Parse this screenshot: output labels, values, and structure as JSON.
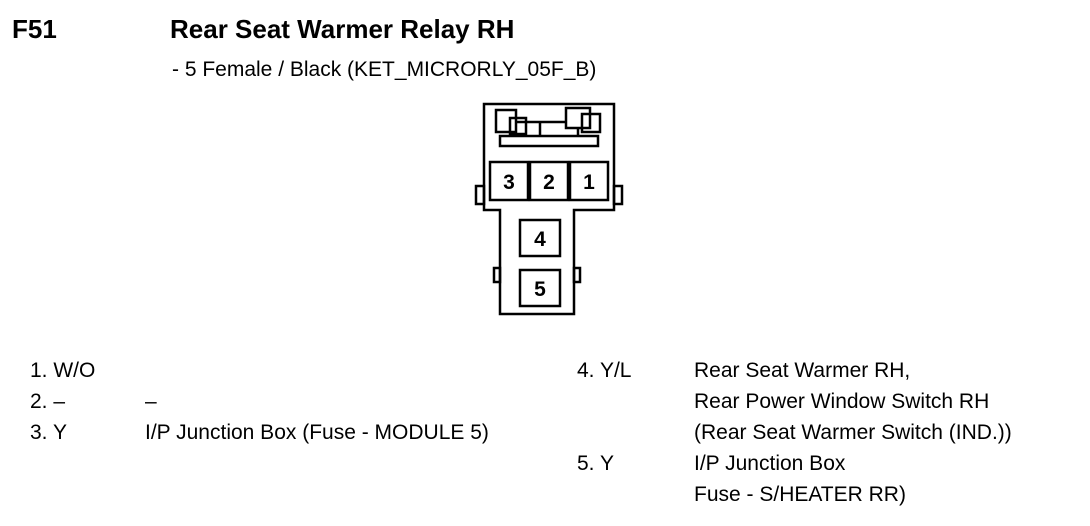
{
  "header": {
    "code": "F51",
    "title": "Rear Seat Warmer Relay RH",
    "subtitle": "- 5 Female / Black (KET_MICRORLY_05F_B)"
  },
  "connector": {
    "pin_labels": [
      "3",
      "2",
      "1",
      "4",
      "5"
    ]
  },
  "pins_left": [
    {
      "num": "1. W/O",
      "desc": ""
    },
    {
      "num": "2. –",
      "desc": "–"
    },
    {
      "num": "3. Y",
      "desc": "I/P Junction Box (Fuse - MODULE 5)"
    }
  ],
  "pins_right": [
    {
      "num": "4. Y/L",
      "lines": [
        "Rear Seat Warmer RH,",
        "Rear Power Window Switch RH",
        "(Rear Seat Warmer Switch (IND.))"
      ]
    },
    {
      "num": "5. Y",
      "lines": [
        "I/P Junction Box",
        "Fuse - S/HEATER RR)"
      ]
    }
  ]
}
